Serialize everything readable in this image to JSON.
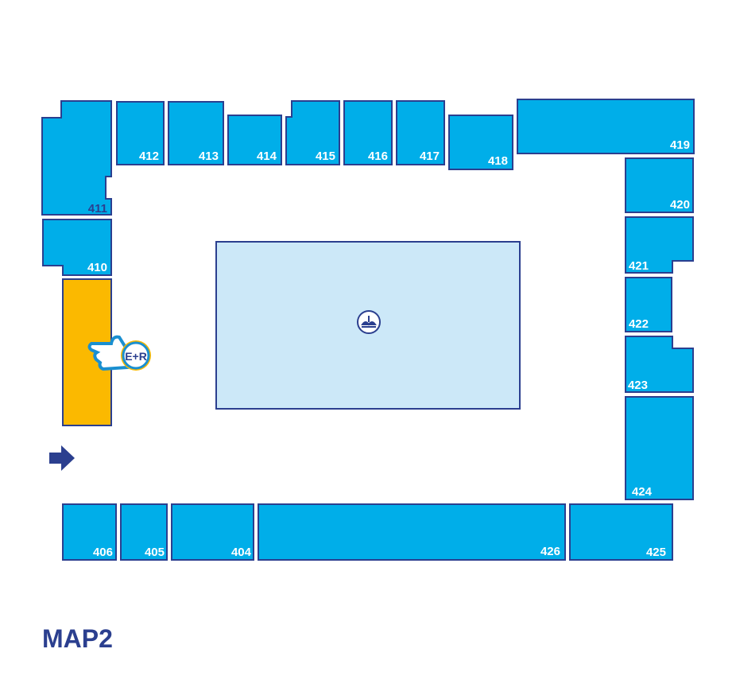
{
  "map": {
    "title": "MAP2",
    "colors": {
      "room": "#00aee9",
      "outline": "#2b3f8f",
      "highlight": "#fbb900",
      "atrium": "#cce8f8"
    },
    "rooms": {
      "r411": "411",
      "r412": "412",
      "r413": "413",
      "r414": "414",
      "r415": "415",
      "r416": "416",
      "r417": "417",
      "r418": "418",
      "r419": "419",
      "r420": "420",
      "r421": "421",
      "r422": "422",
      "r423": "423",
      "r424": "424",
      "r410": "410",
      "r406": "406",
      "r405": "405",
      "r404": "404",
      "r426": "426",
      "r425": "425"
    },
    "highlight_marker": {
      "icon": "pointing-hand-icon",
      "badge": "E+R"
    },
    "atrium_icon": "fountain-icon",
    "entrance_icon": "arrow-right-icon"
  }
}
